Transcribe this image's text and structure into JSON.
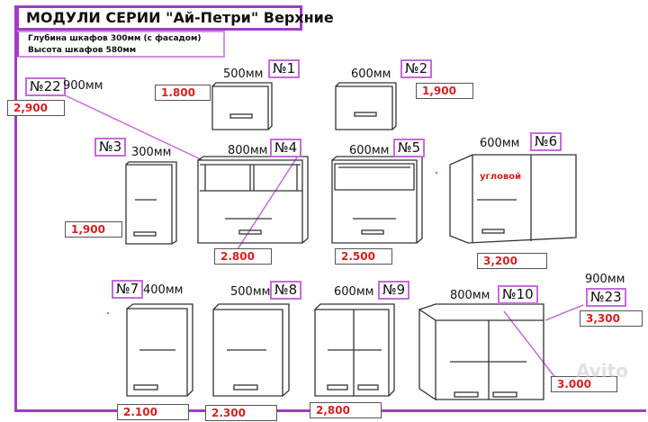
{
  "header": {
    "title": "МОДУЛИ  СЕРИИ \"Ай-Петри\" Верхние",
    "depth": "Глубина шкафов 300мм (с фасадом)",
    "height": "Высота шкафов 580мм"
  },
  "modules": [
    {
      "id": "m22",
      "number": "№22",
      "width": "900мм",
      "price": "2,900"
    },
    {
      "id": "m1",
      "number": "№1",
      "width": "500мм",
      "price": "1.800"
    },
    {
      "id": "m2",
      "number": "№2",
      "width": "600мм",
      "price": "1,900"
    },
    {
      "id": "m3",
      "number": "№3",
      "width": "300мм",
      "price": "1,900"
    },
    {
      "id": "m4",
      "number": "№4",
      "width": "800мм",
      "price": "2.800"
    },
    {
      "id": "m5",
      "number": "№5",
      "width": "600мм",
      "price": "2.500"
    },
    {
      "id": "m6",
      "number": "№6",
      "width": "600мм",
      "price": "3,200",
      "note": "угловой"
    },
    {
      "id": "m7",
      "number": "№7",
      "width": "400мм",
      "price": "2.100"
    },
    {
      "id": "m8",
      "number": "№8",
      "width": "500мм",
      "price": "2.300"
    },
    {
      "id": "m9",
      "number": "№9",
      "width": "600мм",
      "price": "2,800"
    },
    {
      "id": "m10",
      "number": "№10",
      "width": "800мм",
      "price": "3.000"
    },
    {
      "id": "m23",
      "number": "№23",
      "width": "900мм",
      "price": "3,300"
    }
  ],
  "watermark": "Avito",
  "colors": {
    "frame": "#a23bc2",
    "label_border": "#c66adb",
    "price": "#d8201f"
  }
}
